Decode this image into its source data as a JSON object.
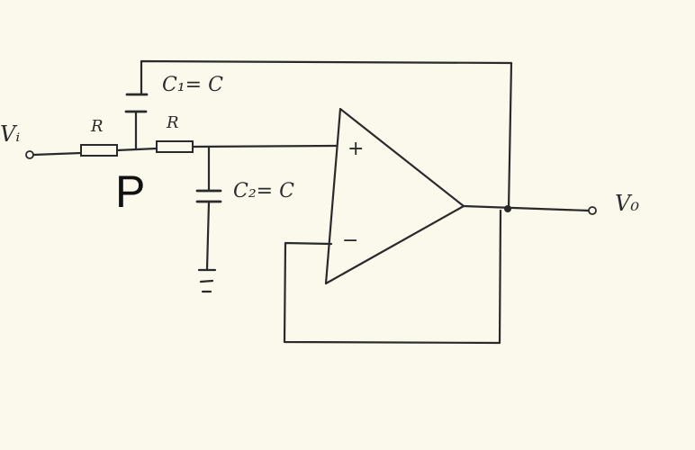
{
  "labels": {
    "input": "Vᵢ",
    "resistor_1": "R",
    "resistor_2": "R",
    "capacitor_1": "C₁= C",
    "capacitor_2": "C₂= C",
    "output": "V₀",
    "opamp_plus": "+",
    "opamp_minus": "−",
    "node_p": "P"
  },
  "colors": {
    "paper": "#fbf8ec",
    "ink": "#2a2a2a"
  }
}
